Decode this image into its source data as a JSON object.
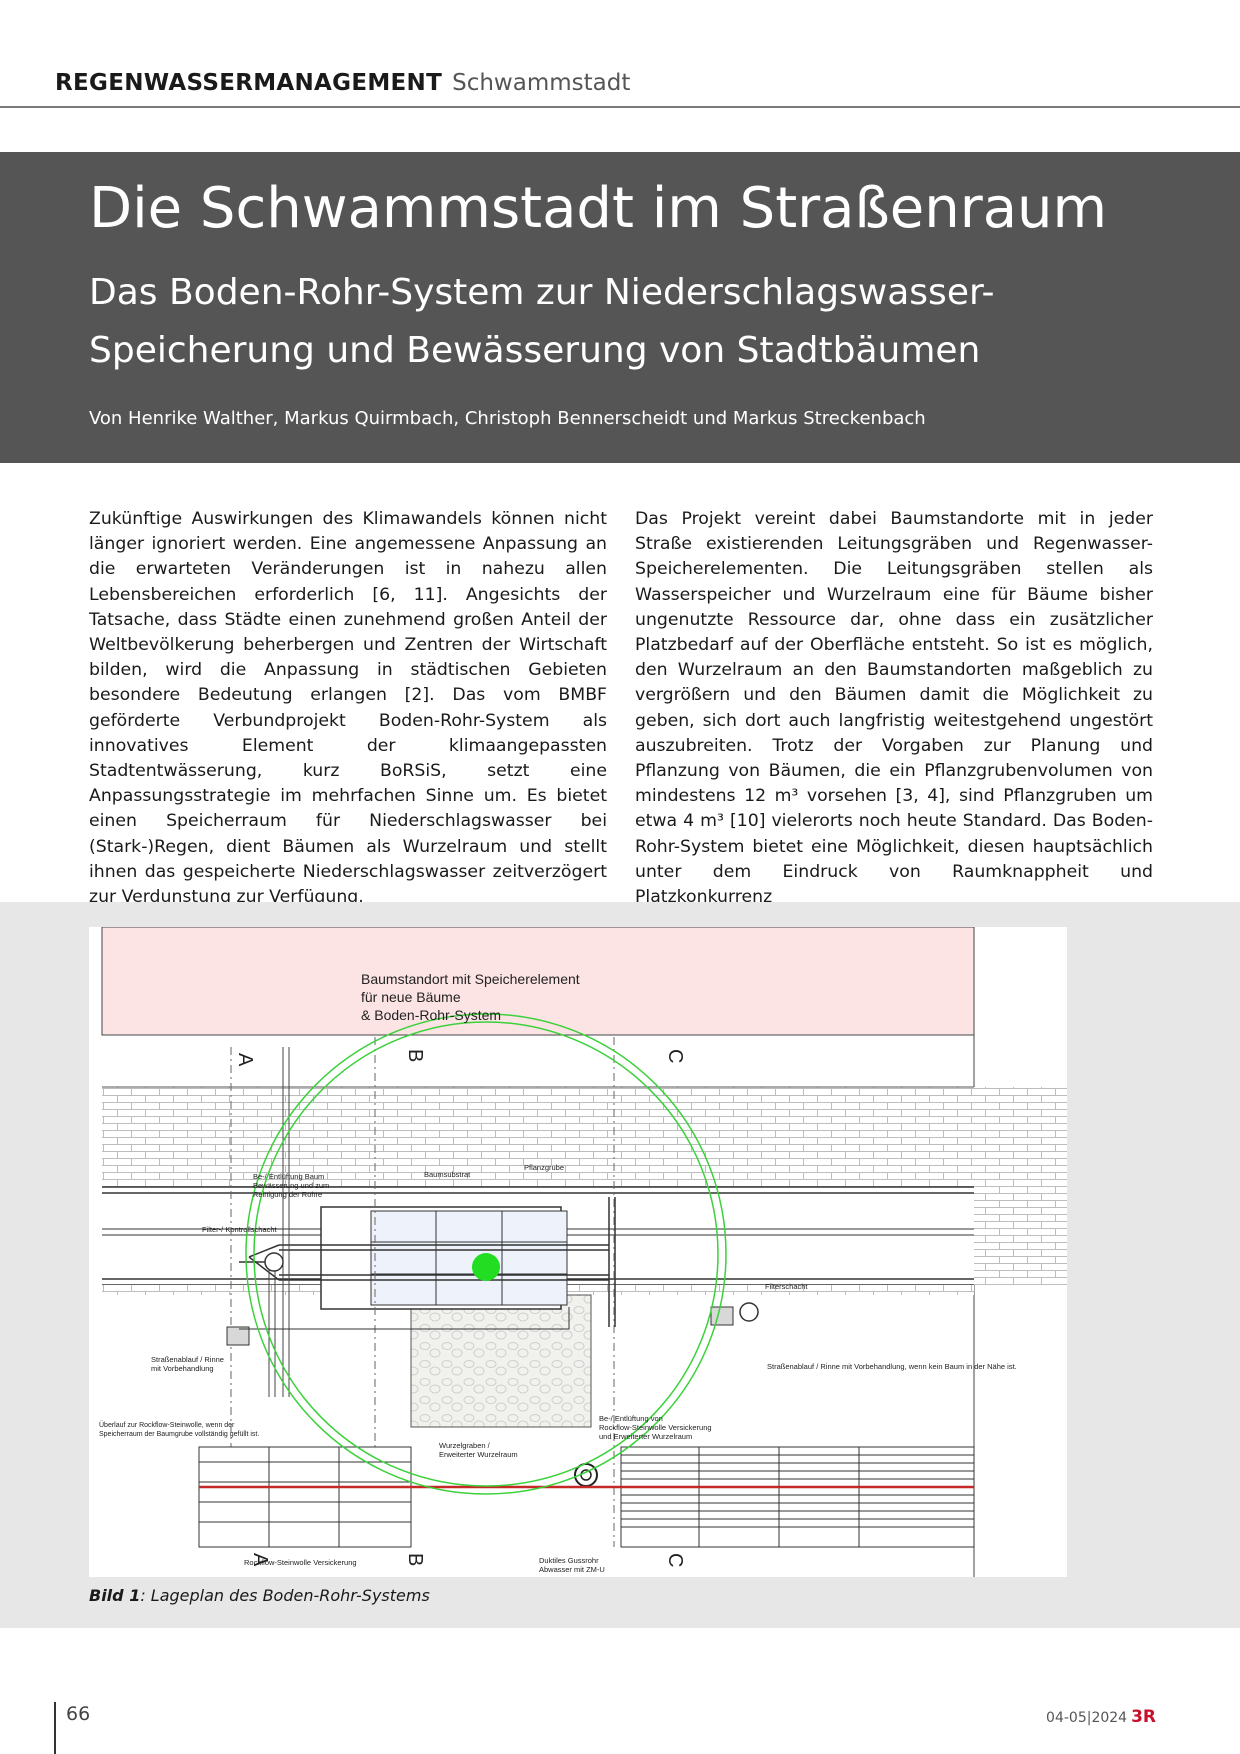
{
  "header": {
    "section": "REGENWASSERMANAGEMENT",
    "subsection": "Schwammstadt"
  },
  "article": {
    "title": "Die Schwammstadt im Straßenraum",
    "subtitle": "Das Boden-Rohr-System zur Niederschlagswasser-Speicherung und Bewässerung von Stadtbäumen",
    "authors": "Von Henrike Walther, Markus Quirmbach, Christoph Bennerscheidt und Markus Streckenbach"
  },
  "body": {
    "col1": "Zukünftige Auswirkungen des Klimawandels können nicht länger ignoriert werden. Eine angemessene Anpassung an die erwarteten Veränderungen ist in nahezu allen Lebensbereichen erforderlich [6, 11]. Angesichts der Tatsache, dass Städte einen zunehmend großen Anteil der Weltbevölkerung beherbergen und Zentren der Wirtschaft bilden, wird die Anpassung in städtischen Gebieten besondere Bedeutung erlangen [2]. Das vom BMBF geförderte Verbundprojekt Boden-Rohr-System als innovatives Element der klimaangepassten Stadtentwässerung, kurz BoRSiS, setzt eine Anpassungsstrategie im mehrfachen Sinne um. Es bietet einen Speicherraum für Niederschlagswasser bei (Stark-)Regen, dient Bäumen als Wurzelraum und stellt ihnen das gespeicherte Niederschlagswasser zeitverzögert zur Verdunstung zur Verfügung.",
    "col2": "Das Projekt vereint dabei Baumstandorte mit in jeder Straße existierenden Leitungsgräben und Regenwasser-Speicherelementen. Die Leitungsgräben stellen als Wasserspeicher und Wurzelraum eine für Bäume bisher ungenutzte Ressource dar, ohne dass ein zusätzlicher Platzbedarf auf der Oberfläche entsteht. So ist es möglich, den Wurzelraum an den Baumstandorten maßgeblich zu vergrößern und den Bäumen damit die Möglichkeit zu geben, sich dort auch langfristig weitestgehend ungestört auszubreiten. Trotz der Vorgaben zur Planung und Pflanzung von Bäumen, die ein Pflanzgrubenvolumen von mindestens 12 m³ vorsehen [3, 4], sind Pflanzgruben um etwa 4 m³ [10] vielerorts noch heute Standard. Das Boden-Rohr-System bietet eine Möglichkeit, diesen hauptsächlich unter dem Eindruck von Raumknappheit und Platzkonkurrenz"
  },
  "figure": {
    "labels": {
      "main_line1": "Baumstandort mit Speicherelement",
      "main_line2": "für neue Bäume",
      "main_line3": "& Boden-Rohr-System",
      "section_a": "A",
      "section_b": "B",
      "section_c": "C",
      "substrate": "Baumsubstrat",
      "pit": "Pflanzgrube",
      "vent_line1": "Be-/ Entlüftung Baum",
      "vent_line2": "Bewässerung und zum",
      "vent_line3": "Reinigung der Rohre",
      "filter_control": "Filter-/ Kontrollschacht",
      "filter_shaft": "Filterschacht",
      "drain_left_line1": "Straßenablauf / Rinne",
      "drain_left_line2": "mit Vorbehandlung",
      "drain_right": "Straßenablauf / Rinne mit Vorbehandlung, wenn kein Baum in der Nähe ist.",
      "overflow_line1": "Überlauf zur Rockflow-Steinwolle, wenn der",
      "overflow_line2": "Speicherraum der Baumgrube vollständig gefüllt ist.",
      "trench_line1": "Wurzelgraben /",
      "trench_line2": "Erweiterter Wurzelraum",
      "vent_rock_line1": "Be-/ Entlüftung von",
      "vent_rock_line2": "Rockflow-Steinwolle Versickerung",
      "vent_rock_line3": "und Erweiterter Wurzelraum",
      "rockflow": "Rockflow-Steinwolle Versickerung",
      "pipe_line1": "Duktiles Gussrohr",
      "pipe_line2": "Abwasser mit ZM-U"
    },
    "colors": {
      "zone": "#fde4e4",
      "canopy": "#3bd13b",
      "tree": "#22dd22",
      "pipe_accent": "#c62828"
    },
    "caption_bold": "Bild 1",
    "caption_text": ": Lageplan des Boden-Rohr-Systems"
  },
  "footer": {
    "page_number": "66",
    "issue": "04-05|2024",
    "logo": "3R"
  }
}
